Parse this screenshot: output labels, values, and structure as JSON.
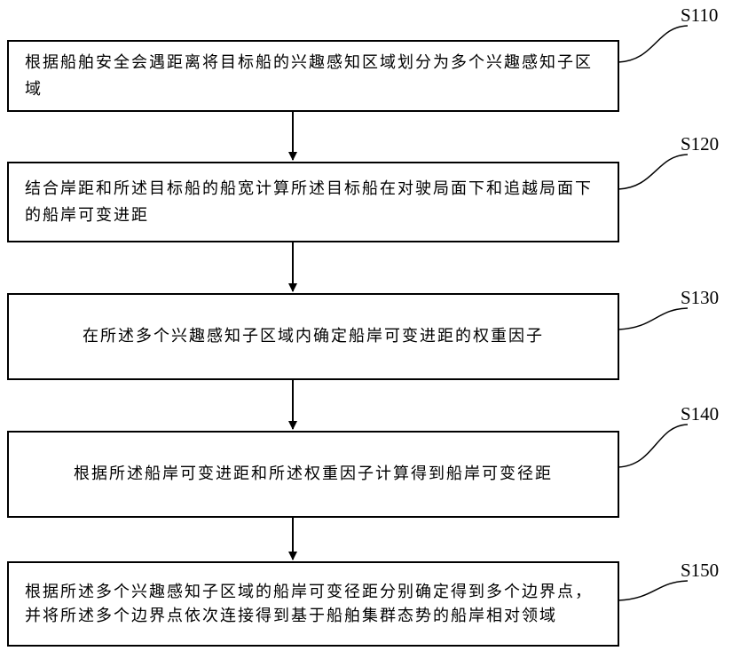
{
  "steps": [
    {
      "label": "S110",
      "text": "根据船舶安全会遇距离将目标船的兴趣感知区域划分为多个兴趣感知子区域"
    },
    {
      "label": "S120",
      "text": "结合岸距和所述目标船的船宽计算所述目标船在对驶局面下和追越局面下的船岸可变进距"
    },
    {
      "label": "S130",
      "text": "在所述多个兴趣感知子区域内确定船岸可变进距的权重因子"
    },
    {
      "label": "S140",
      "text": "根据所述船岸可变进距和所述权重因子计算得到船岸可变径距"
    },
    {
      "label": "S150",
      "text": "根据所述多个兴趣感知子区域的船岸可变径距分别确定得到多个边界点，并将所述多个边界点依次连接得到基于船舶集群态势的船岸相对领域"
    }
  ]
}
